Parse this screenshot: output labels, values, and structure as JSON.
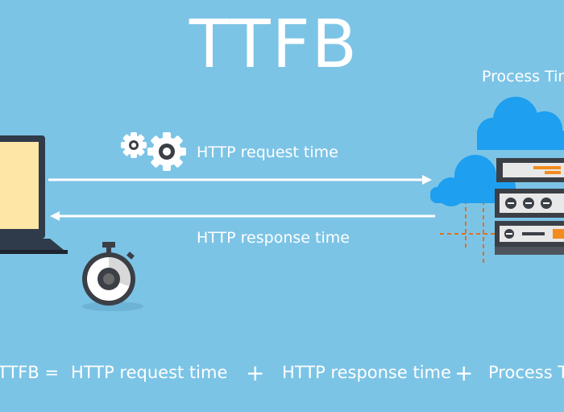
{
  "title": "TTFB",
  "labels": {
    "process_time": "Process Time",
    "request_time": "HTTP request time",
    "response_time": "HTTP response time"
  },
  "formula": {
    "lhs": "TTFB =",
    "term1": "HTTP request time",
    "term2": "HTTP response time",
    "term3": "Process Time",
    "plus": "+"
  },
  "colors": {
    "background": "#7cc4e6",
    "cloud": "#1e9ff0",
    "server_dark": "#3b3f46",
    "server_light": "#e8e8e8",
    "accent": "#f28c1e",
    "screen": "#fde6a6",
    "white": "#ffffff"
  },
  "icons": [
    "laptop-icon",
    "gears-icon",
    "stopwatch-icon",
    "server-rack-icon",
    "cloud-icon"
  ]
}
